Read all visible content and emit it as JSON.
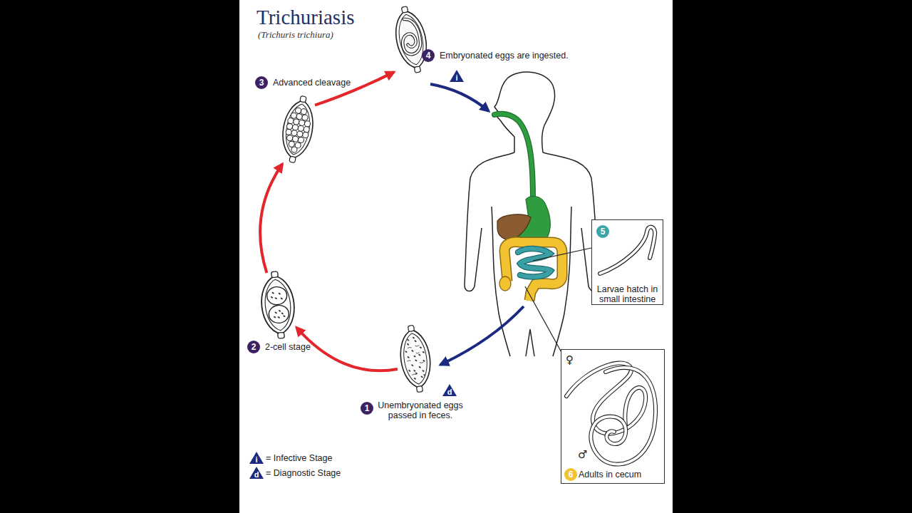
{
  "diagram": {
    "title": "Trichuriasis",
    "nodes": [
      {
        "text": [
          "1",
          "Unembryonated eggs passed in feces."
        ]
      },
      {
        "text": [
          "2",
          "2-cell stage"
        ]
      },
      {
        "text": [
          "3",
          "Advanced cleavage"
        ]
      },
      {
        "text": [
          "4",
          "Embryonated eggs are ingested."
        ]
      },
      {
        "text": [
          "5",
          "Larvae hatch in small intestine"
        ]
      },
      {
        "text": [
          "6",
          "Adults in cecum"
        ]
      }
    ],
    "edges": [
      {
        "from": 0,
        "to": 1,
        "arrow": "to"
      },
      {
        "from": 1,
        "to": 2,
        "arrow": "to"
      },
      {
        "from": 2,
        "to": 3,
        "arrow": "to"
      }
    ],
    "labels": [
      "(Trichuris trichiura)",
      "i",
      "d",
      "♀",
      "♂",
      "i",
      "d"
    ],
    "legend": [
      {
        "text": "= Infective Stage"
      },
      {
        "text": "= Diagnostic Stage"
      }
    ]
  }
}
